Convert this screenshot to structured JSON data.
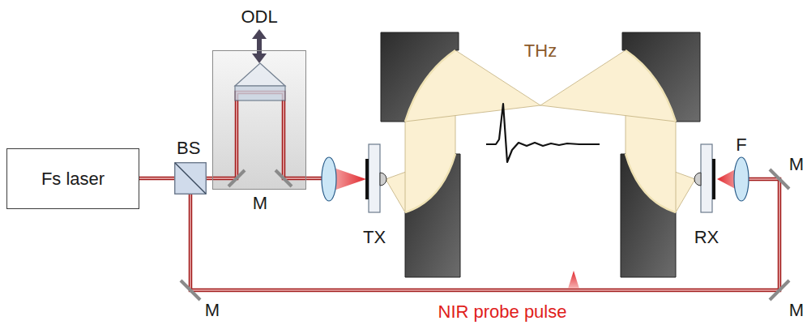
{
  "diagram": {
    "nodes": [
      {
        "text": [
          "Fs laser"
        ]
      },
      {
        "text": [
          "BS"
        ]
      },
      {
        "text": [
          "ODL"
        ]
      }
    ],
    "edges": [
      {
        "from": 0,
        "to": 1,
        "arrow": "none"
      }
    ],
    "labels": [
      "THz",
      "M",
      "F",
      "M",
      "TX",
      "RX",
      "M",
      "NIR probe pulse",
      "M"
    ]
  }
}
